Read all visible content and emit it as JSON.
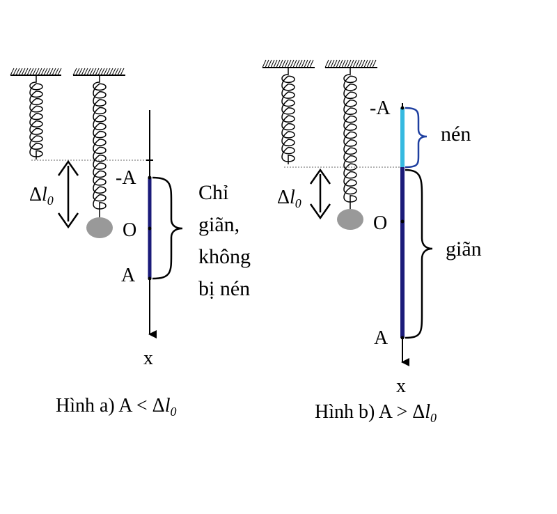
{
  "colors": {
    "axis": "#000000",
    "bar_dark": "#1b1b7a",
    "bar_light": "#36b9e0",
    "brace_blue": "#1e3fa0",
    "mass": "#999999",
    "dotted": "#666666"
  },
  "figure_a": {
    "delta_prefix": "Δ",
    "delta_l": "l",
    "delta_sub": "0",
    "label_minus_a": "-A",
    "label_o": "O",
    "label_a": "A",
    "axis_label": "x",
    "note_lines": [
      "Chỉ",
      "giãn,",
      "không",
      "bị nén"
    ],
    "caption_prefix": "Hình a) A < Δ",
    "caption_l": "l",
    "caption_sub": "0"
  },
  "figure_b": {
    "delta_prefix": "Δ",
    "delta_l": "l",
    "delta_sub": "0",
    "label_minus_a": "-A",
    "label_o": "O",
    "label_a": "A",
    "axis_label": "x",
    "label_compressed": "nén",
    "label_stretched": "giãn",
    "caption_prefix": "Hình b) A > Δ",
    "caption_l": "l",
    "caption_sub": "0"
  }
}
